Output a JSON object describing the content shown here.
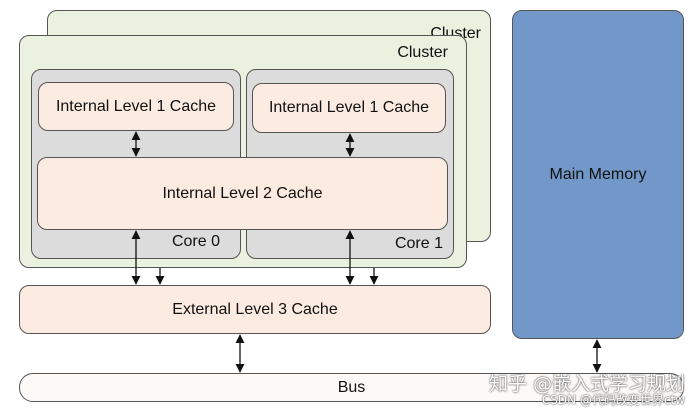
{
  "diagram": {
    "back_cluster": {
      "label": "Cluster"
    },
    "front_cluster": {
      "label": "Cluster"
    },
    "core0": {
      "label": "Core 0",
      "l1_label": "Internal Level 1 Cache"
    },
    "core1": {
      "label": "Core 1",
      "l1_label": "Internal Level 1 Cache"
    },
    "l2_label": "Internal Level 2 Cache",
    "l3_label": "External Level 3 Cache",
    "memory_label": "Main Memory",
    "bus_label": "Bus"
  },
  "watermark": {
    "line1": "知乎 @嵌入式学习规划",
    "line2": "CSDN @代码改变世界ctw"
  },
  "colors": {
    "cluster_fill": "#ebf1df",
    "core_fill": "#dcdcdc",
    "cache_fill": "#fcebe1",
    "memory_fill": "#7198c8"
  }
}
